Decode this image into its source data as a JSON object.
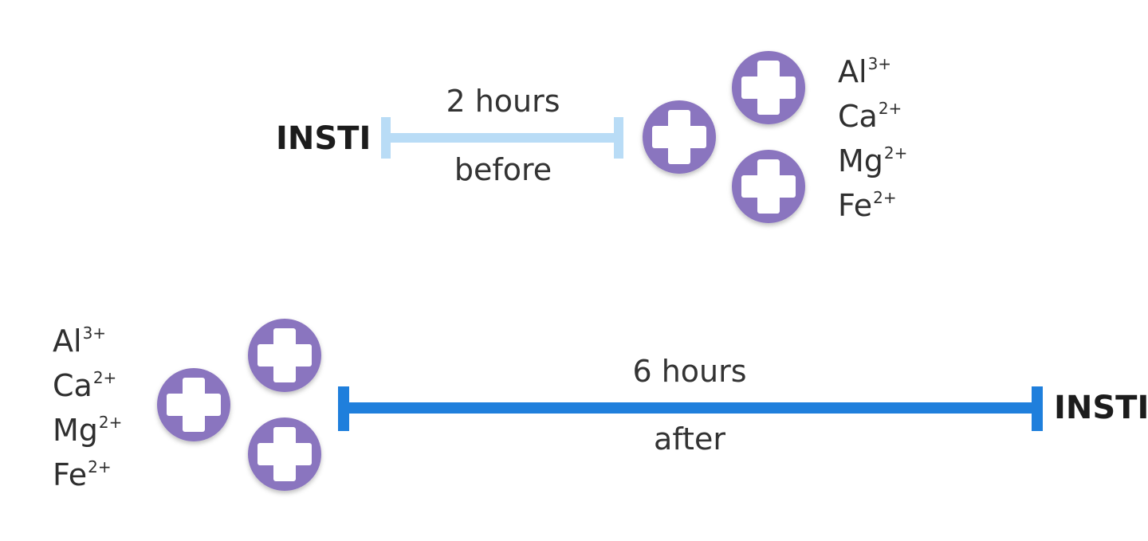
{
  "top": {
    "drug": "INSTI",
    "duration": "2 hours",
    "relation": "before",
    "ions": [
      {
        "symbol": "Al",
        "charge": "3+"
      },
      {
        "symbol": "Ca",
        "charge": "2+"
      },
      {
        "symbol": "Mg",
        "charge": "2+"
      },
      {
        "symbol": "Fe",
        "charge": "2+"
      }
    ],
    "bar_color": "#b9dcf6"
  },
  "bottom": {
    "drug": "INSTI",
    "duration": "6 hours",
    "relation": "after",
    "ions": [
      {
        "symbol": "Al",
        "charge": "3+"
      },
      {
        "symbol": "Ca",
        "charge": "2+"
      },
      {
        "symbol": "Mg",
        "charge": "2+"
      },
      {
        "symbol": "Fe",
        "charge": "2+"
      }
    ],
    "bar_color": "#1f7fdc"
  },
  "cation_icon": {
    "name": "plus-icon",
    "color": "#8a74bf"
  }
}
